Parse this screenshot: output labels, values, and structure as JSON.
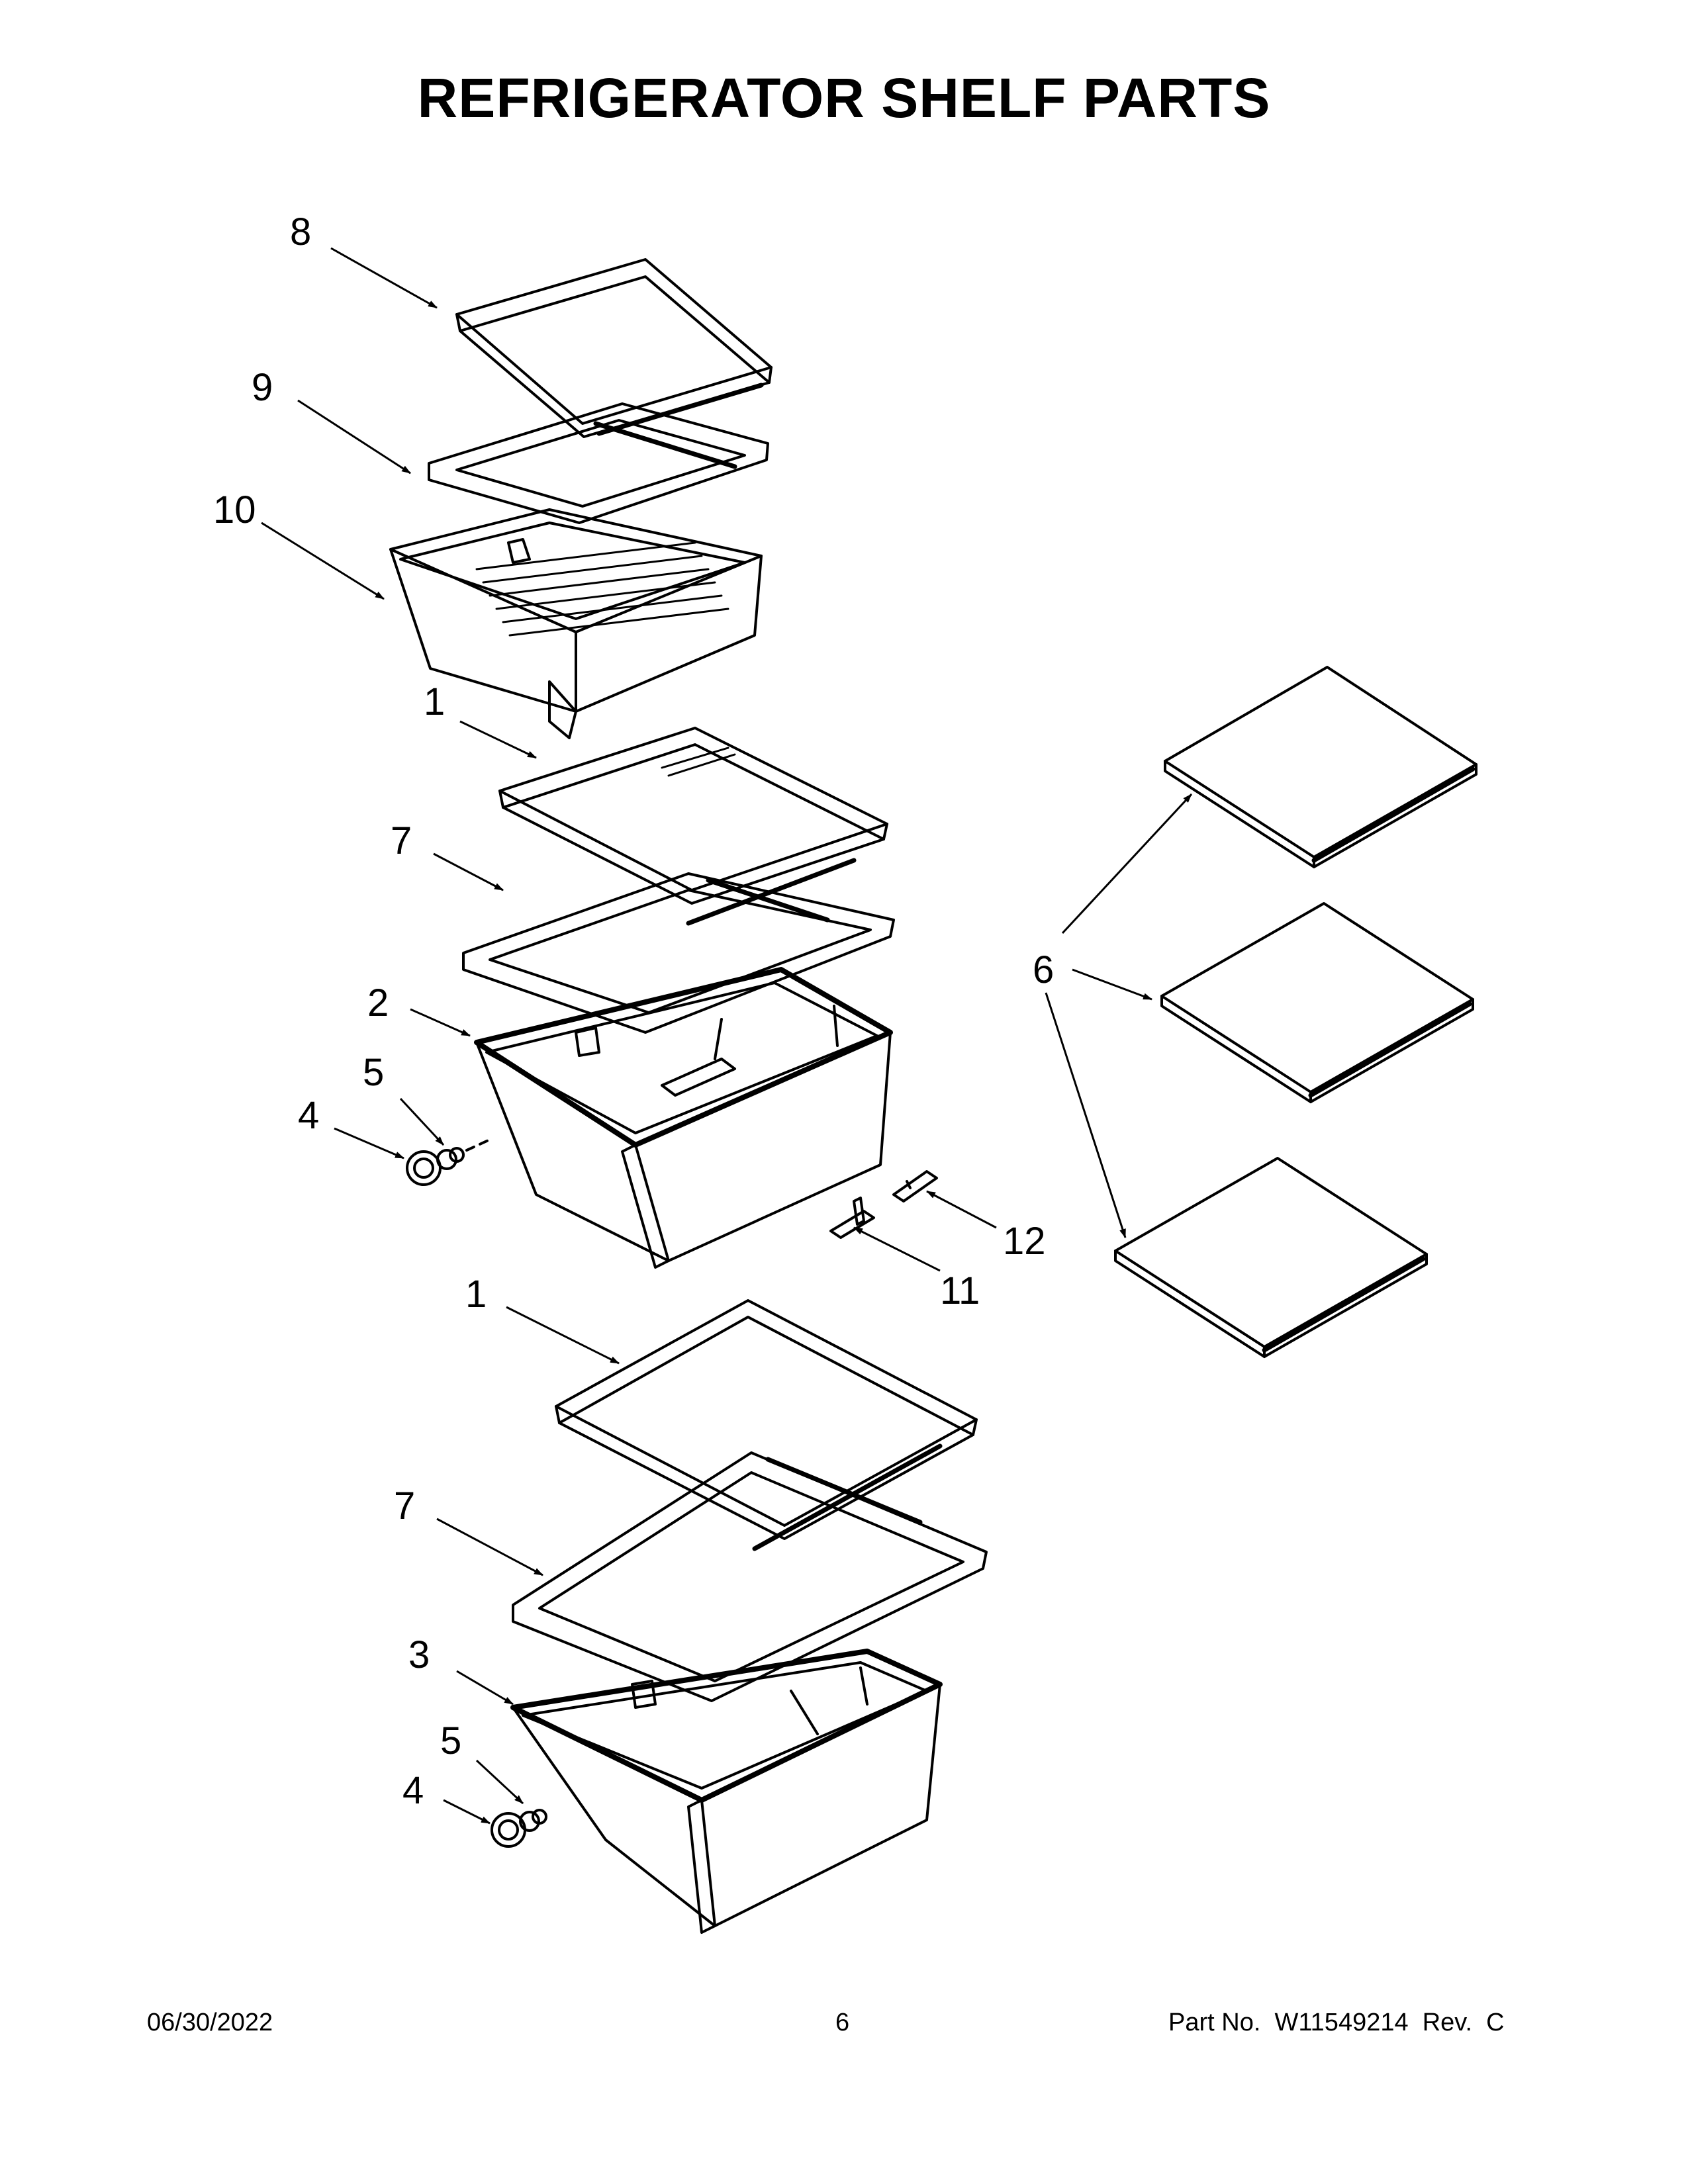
{
  "title": "REFRIGERATOR SHELF PARTS",
  "callouts": {
    "c8": "8",
    "c9": "9",
    "c10": "10",
    "c1a": "1",
    "c7a": "7",
    "c2": "2",
    "c5a": "5",
    "c4a": "4",
    "c6": "6",
    "c12": "12",
    "c11": "11",
    "c1b": "1",
    "c7b": "7",
    "c3": "3",
    "c5b": "5",
    "c4b": "4"
  },
  "footer": {
    "date": "06/30/2022",
    "page": "6",
    "part": "Part No.  W11549214  Rev.  C"
  }
}
